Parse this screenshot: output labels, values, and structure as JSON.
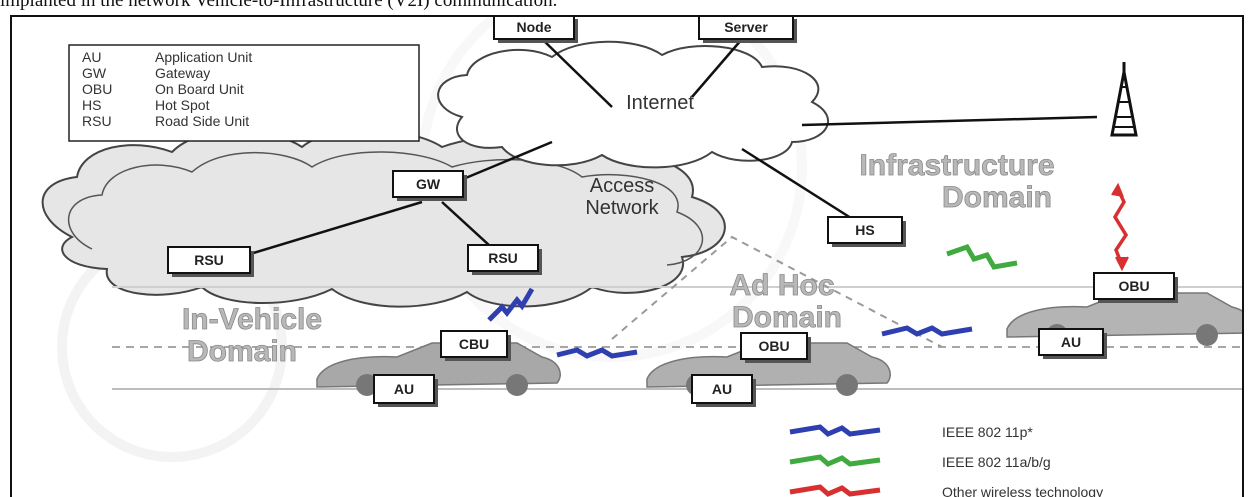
{
  "caption": "implanted in the network Vehicle-to-Infrastructure (V2I) communication.",
  "abbreviations": [
    {
      "abbr": "AU",
      "meaning": "Application Unit"
    },
    {
      "abbr": "GW",
      "meaning": "Gateway"
    },
    {
      "abbr": "OBU",
      "meaning": "On Board Unit"
    },
    {
      "abbr": "HS",
      "meaning": "Hot Spot"
    },
    {
      "abbr": "RSU",
      "meaning": "Road Side Unit"
    }
  ],
  "nodes": {
    "node": "Node",
    "server": "Server",
    "gw": "GW",
    "rsu_left": "RSU",
    "rsu_right": "RSU",
    "hs": "HS",
    "obu_left": "CBU",
    "obu_middle": "OBU",
    "obu_right": "OBU",
    "au_left": "AU",
    "au_middle": "AU",
    "au_right": "AU"
  },
  "clouds": {
    "internet": "Internet",
    "access_network_line1": "Access",
    "access_network_line2": "Network"
  },
  "domains": {
    "infrastructure_line1": "Infrastructure",
    "infrastructure_line2": "Domain",
    "adhoc_line1": "Ad Hoc",
    "adhoc_line2": "Domain",
    "invehicle_line1": "In-Vehicle",
    "invehicle_line2": "Domain"
  },
  "link_legend": [
    {
      "label": "IEEE 802 11p*",
      "color": "#2f3fb0"
    },
    {
      "label": "IEEE 802 11a/b/g",
      "color": "#3faa3f"
    },
    {
      "label": "Other wireless technology",
      "color": "#d83030"
    }
  ]
}
